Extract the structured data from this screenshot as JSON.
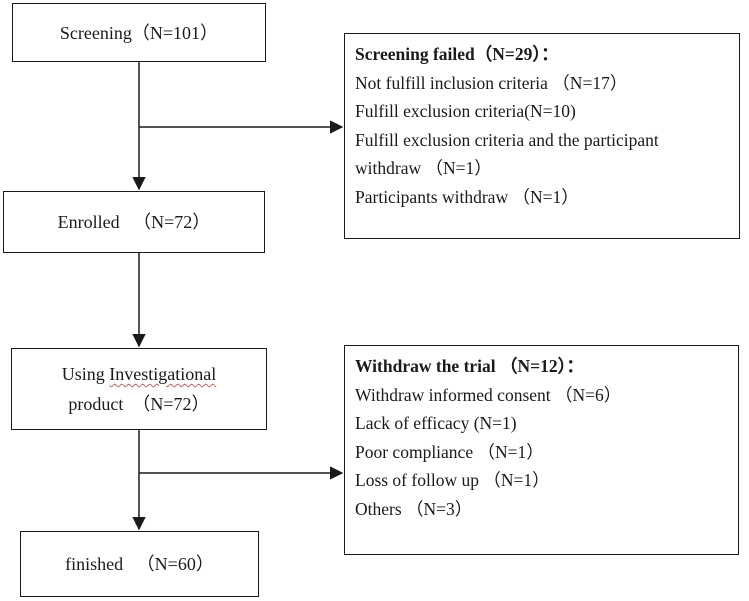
{
  "flow": {
    "screening": {
      "label": "Screening",
      "count": "（N=101）"
    },
    "enrolled": {
      "label": "Enrolled",
      "count": "（N=72）"
    },
    "using": {
      "line1_pre": "Using ",
      "line1_word": "Investigational",
      "line2": "product",
      "count": "（N=72）"
    },
    "finished": {
      "label": "finished",
      "count": "（N=60）"
    }
  },
  "screening_failed": {
    "heading": "Screening failed（N=29）：",
    "items": [
      "Not fulfill inclusion criteria （N=17）",
      "Fulfill exclusion criteria(N=10)",
      "Fulfill exclusion criteria and the participant withdraw （N=1）",
      "Participants withdraw （N=1）"
    ]
  },
  "withdraw_trial": {
    "heading": "Withdraw the trial （N=12）：",
    "items": [
      "Withdraw informed consent （N=6）",
      "Lack of efficacy (N=1)",
      "Poor compliance （N=1）",
      "Loss of follow up （N=1）",
      "Others （N=3）"
    ]
  }
}
